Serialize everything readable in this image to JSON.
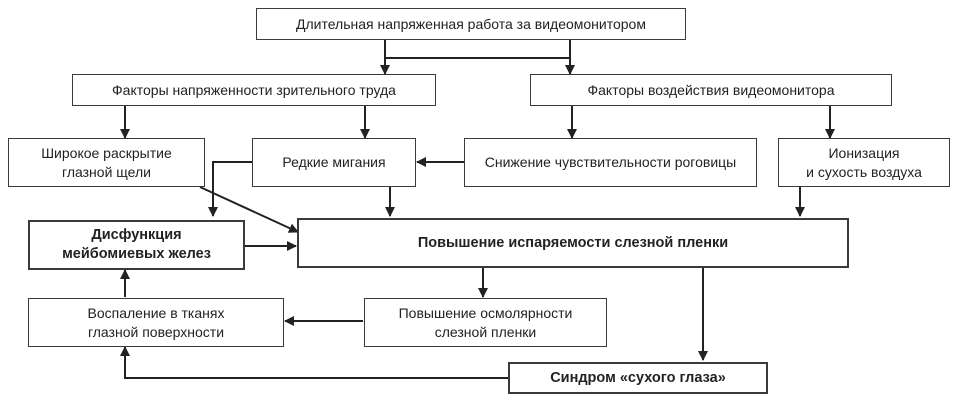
{
  "diagram": {
    "nodes": {
      "long_work": [
        "Длительная напряженная работа за видеомонитором"
      ],
      "visual_factors": [
        "Факторы напряженности зрительного труда"
      ],
      "monitor_factors": [
        "Факторы воздействия видеомонитора"
      ],
      "wide_opening": [
        "Широкое раскрытие",
        "глазной щели"
      ],
      "rare_blinks": [
        "Редкие мигания"
      ],
      "cornea_sensitivity": [
        "Снижение чувствительности роговицы"
      ],
      "ionization": [
        "Ионизация",
        "и сухость воздуха"
      ],
      "meibomian": [
        "Дисфункция",
        "мейбомиевых желез"
      ],
      "evaporation": [
        "Повышение испаряемости слезной пленки"
      ],
      "inflammation": [
        "Воспаление в тканях",
        "глазной поверхности"
      ],
      "osmolarity": [
        "Повышение осмолярности",
        "слезной пленки"
      ],
      "dry_eye": [
        "Синдром «сухого глаза»"
      ]
    },
    "edges": [
      [
        "long_work",
        "visual_factors"
      ],
      [
        "long_work",
        "monitor_factors"
      ],
      [
        "visual_factors",
        "wide_opening"
      ],
      [
        "visual_factors",
        "rare_blinks"
      ],
      [
        "monitor_factors",
        "cornea_sensitivity"
      ],
      [
        "monitor_factors",
        "ionization"
      ],
      [
        "cornea_sensitivity",
        "rare_blinks"
      ],
      [
        "rare_blinks",
        "evaporation"
      ],
      [
        "rare_blinks",
        "meibomian"
      ],
      [
        "wide_opening",
        "evaporation"
      ],
      [
        "ionization",
        "evaporation"
      ],
      [
        "meibomian",
        "evaporation"
      ],
      [
        "evaporation",
        "osmolarity"
      ],
      [
        "evaporation",
        "dry_eye"
      ],
      [
        "osmolarity",
        "inflammation"
      ],
      [
        "inflammation",
        "meibomian"
      ],
      [
        "dry_eye",
        "inflammation"
      ]
    ]
  }
}
